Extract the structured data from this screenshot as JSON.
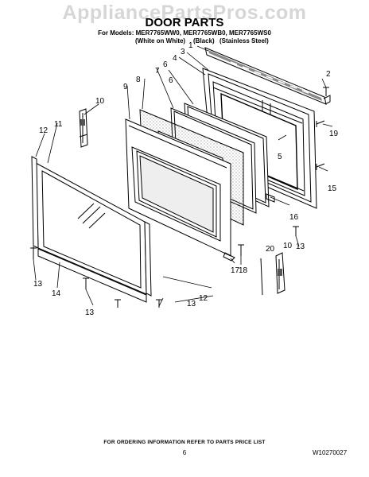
{
  "watermark": "AppliancePartsPros.com",
  "title": "DOOR PARTS",
  "models_line": "For Models: MER7765WW0, MER7765WB0, MER7765WS0",
  "finishes": [
    "(White on White)",
    "(Black)",
    "(Stainless Steel)"
  ],
  "callouts": [
    "1",
    "2",
    "3",
    "4",
    "5",
    "6",
    "6",
    "7",
    "8",
    "9",
    "10",
    "10",
    "11",
    "12",
    "12",
    "13",
    "13",
    "13",
    "13",
    "14",
    "15",
    "16",
    "17",
    "18",
    "19",
    "20"
  ],
  "footer_note": "FOR ORDERING INFORMATION REFER TO PARTS PRICE LIST",
  "page_number": "6",
  "doc_code": "W10270027"
}
